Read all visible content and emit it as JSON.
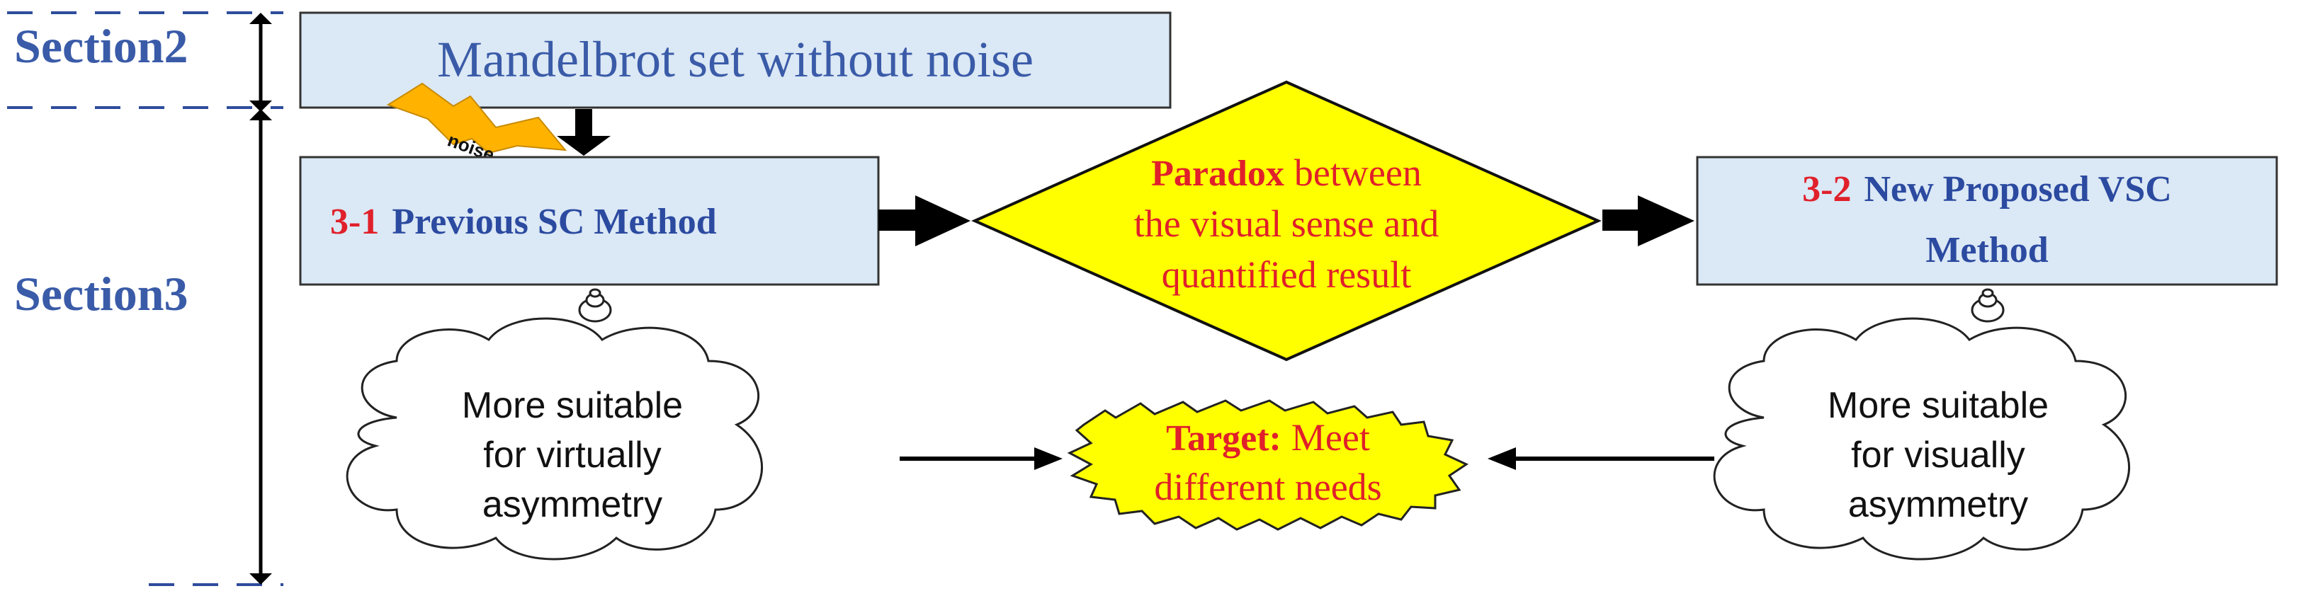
{
  "sections": {
    "section2": "Section2",
    "section3": "Section3"
  },
  "top_box": {
    "label": "Mandelbrot set without noise"
  },
  "noise": {
    "label": "noise"
  },
  "left_box": {
    "number": "3-1",
    "label": "Previous SC Method"
  },
  "diamond": {
    "line1_highlight": "Paradox",
    "line1_rest": "between",
    "line2": "the visual sense and",
    "line3": "quantified result"
  },
  "right_box": {
    "number": "3-2",
    "label_line1": "New Proposed VSC",
    "label_line2": "Method"
  },
  "left_cloud": {
    "line1": "More suitable",
    "line2": "for virtually",
    "line3": "asymmetry"
  },
  "right_cloud": {
    "line1": "More suitable",
    "line2": "for visually",
    "line3": "asymmetry"
  },
  "target": {
    "label": "Target:",
    "line1_rest": "Meet",
    "line2": "different needs"
  },
  "colors": {
    "box_fill": "#dbe8f5",
    "diamond_fill": "#ffff00",
    "target_fill": "#ffff00",
    "noise_fill": "#ffb300",
    "section_text": "#3a5ba8",
    "red_text": "#e0202a",
    "dashed_line": "#2e4c9c"
  }
}
